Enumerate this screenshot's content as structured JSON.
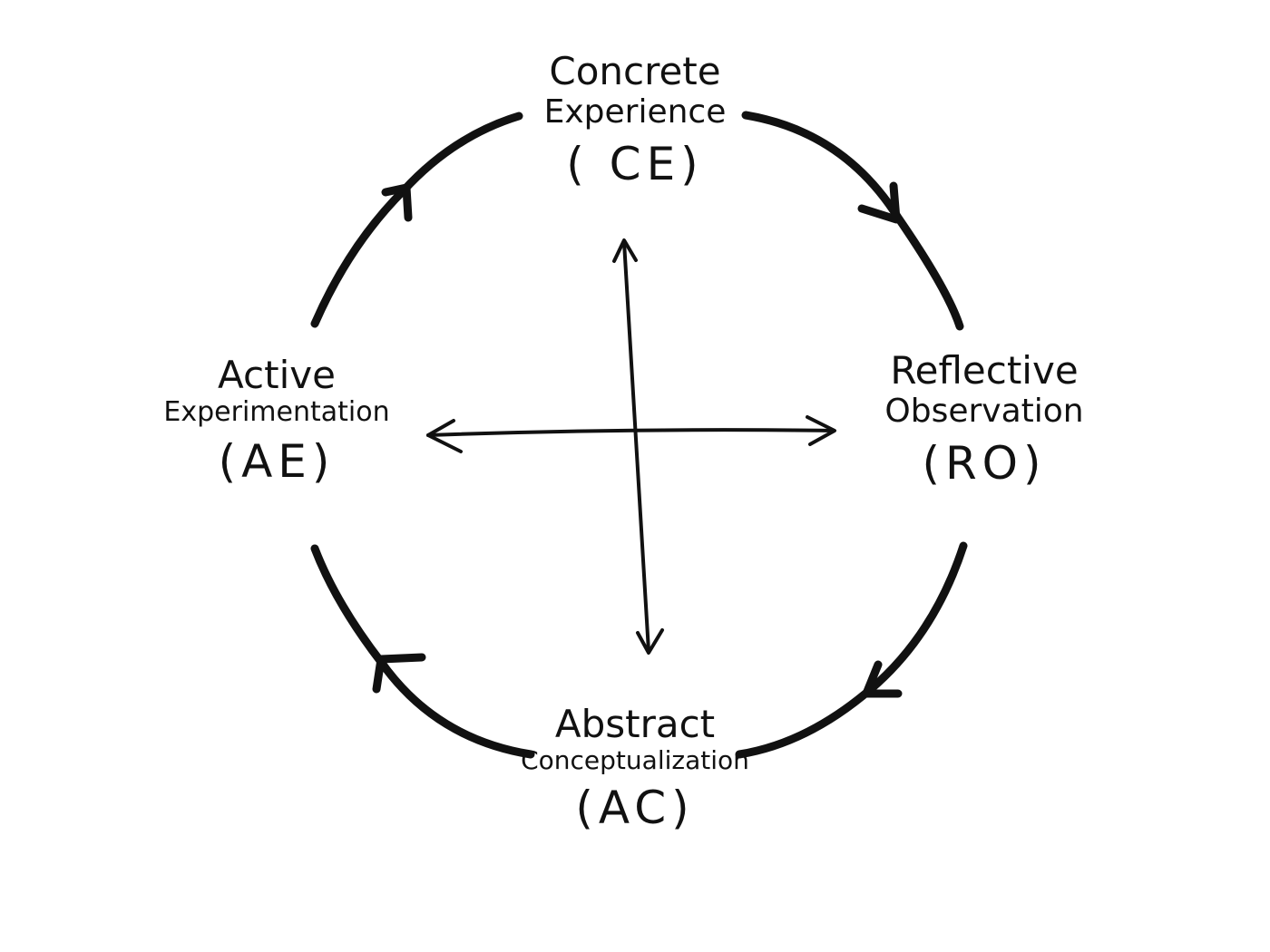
{
  "stages": {
    "ce": {
      "line1": "Concrete",
      "line2": "Experience",
      "abbr": "( CE)"
    },
    "ro": {
      "line1": "Reflective",
      "line2": "Observation",
      "abbr": "(RO)"
    },
    "ac": {
      "line1": "Abstract",
      "line2": "Conceptualization",
      "abbr": "(AC)"
    },
    "ae": {
      "line1": "Active",
      "line2": "Experimentation",
      "abbr": "(AE)"
    }
  },
  "colors": {
    "ink": "#111111",
    "background": "#ffffff"
  }
}
